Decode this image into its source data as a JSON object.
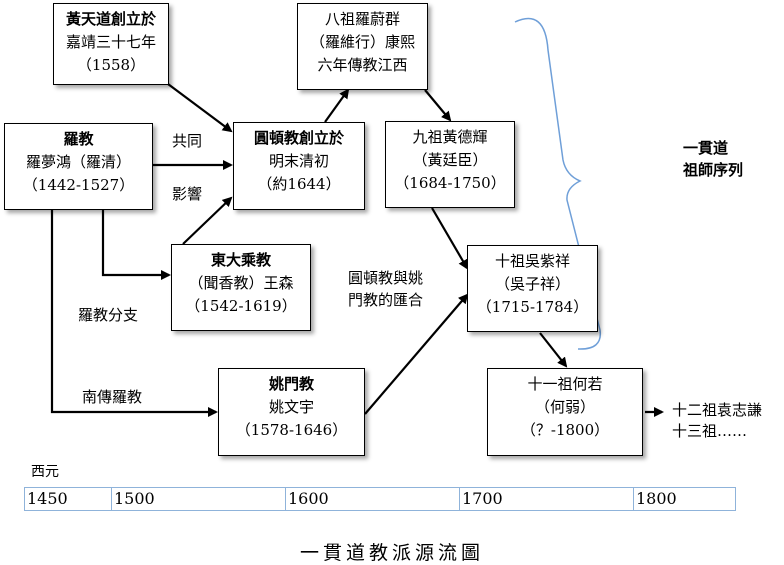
{
  "nodes": {
    "huang": [
      "黃天道創立於",
      "嘉靖三十七年",
      "（1558）"
    ],
    "ba": [
      "八祖羅蔚群",
      "（羅維行）康熙",
      "六年傳教江西"
    ],
    "luo": [
      "羅教",
      "羅夢鴻（羅清）",
      "（1442-1527）"
    ],
    "yuandun": [
      "圓頓教創立於",
      "明末清初",
      "（約1644）"
    ],
    "jiu": [
      "九祖黃德輝",
      "（黃廷臣）",
      "（1684-1750）"
    ],
    "dongda": [
      "東大乘教",
      "（聞香教）王森",
      "（1542-1619）"
    ],
    "shi": [
      "十祖吳紫祥",
      "（吳子祥）",
      "（1715-1784）"
    ],
    "yaomen": [
      "姚門教",
      "姚文宇",
      "（1578-1646）"
    ],
    "shiyi": [
      "十一祖何若",
      "（何弱）",
      "（？-1800）"
    ]
  },
  "labels": {
    "gongtong": "共同",
    "yingxiang": "影響",
    "luo_branch": "羅教分支",
    "nanchuan": "南傳羅教",
    "huihe": [
      "圓頓教與姚",
      "門教的匯合"
    ],
    "patriarchs": [
      "一貫道",
      "祖師序列"
    ],
    "later": [
      "十二祖袁志謙",
      "十三祖……"
    ]
  },
  "timeline": {
    "unit": "西元",
    "years": [
      "1450",
      "1500",
      "1600",
      "1700",
      "1800"
    ]
  },
  "caption": "一貫道教派源流圖"
}
